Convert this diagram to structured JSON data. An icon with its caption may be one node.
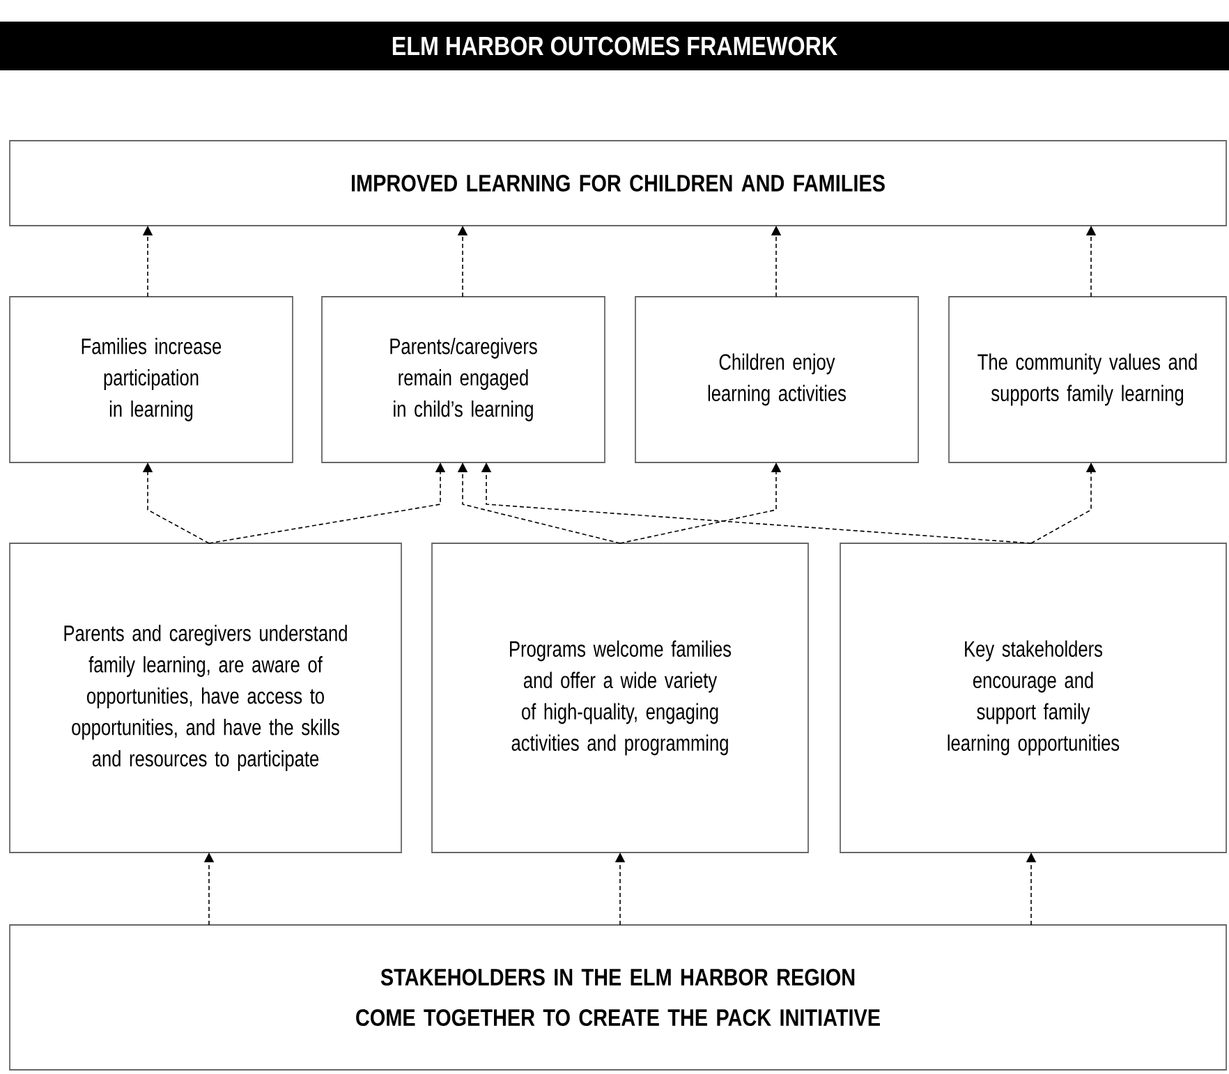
{
  "diagram": {
    "title": "ELM HARBOR OUTCOMES FRAMEWORK",
    "nodes": [
      {
        "text": [
          "IMPROVED LEARNING FOR CHILDREN AND FAMILIES"
        ]
      },
      {
        "text": [
          "Families increase participation in learning"
        ]
      },
      {
        "text": [
          "Parents/caregivers remain engaged in child’s learning"
        ]
      },
      {
        "text": [
          "Children enjoy learning activities"
        ]
      },
      {
        "text": [
          "The community values and supports family learning"
        ]
      },
      {
        "text": [
          "Parents and caregivers understand family learning, are aware of opportunities, have access to opportunities, and have the skills and resources to participate"
        ]
      },
      {
        "text": [
          "Programs welcome families and offer a wide variety of high-quality, engaging activities and programming"
        ]
      },
      {
        "text": [
          "Key stakeholders encourage and support family learning opportunities"
        ]
      },
      {
        "text": [
          "STAKEHOLDERS IN THE ELM HARBOR REGION COME TOGETHER TO CREATE THE PACK INITIATIVE"
        ]
      }
    ],
    "edges": [
      {
        "from": 1,
        "to": 0,
        "arrow": "to"
      },
      {
        "from": 2,
        "to": 0,
        "arrow": "to"
      },
      {
        "from": 3,
        "to": 0,
        "arrow": "to"
      },
      {
        "from": 4,
        "to": 0,
        "arrow": "to"
      },
      {
        "from": 5,
        "to": 1,
        "arrow": "to"
      },
      {
        "from": 5,
        "to": 2,
        "arrow": "to"
      },
      {
        "from": 6,
        "to": 2,
        "arrow": "to"
      },
      {
        "from": 6,
        "to": 3,
        "arrow": "to"
      },
      {
        "from": 7,
        "to": 2,
        "arrow": "to"
      },
      {
        "from": 7,
        "to": 4,
        "arrow": "to"
      },
      {
        "from": 8,
        "to": 5,
        "arrow": "to"
      },
      {
        "from": 8,
        "to": 6,
        "arrow": "to"
      },
      {
        "from": 8,
        "to": 7,
        "arrow": "to"
      }
    ]
  }
}
